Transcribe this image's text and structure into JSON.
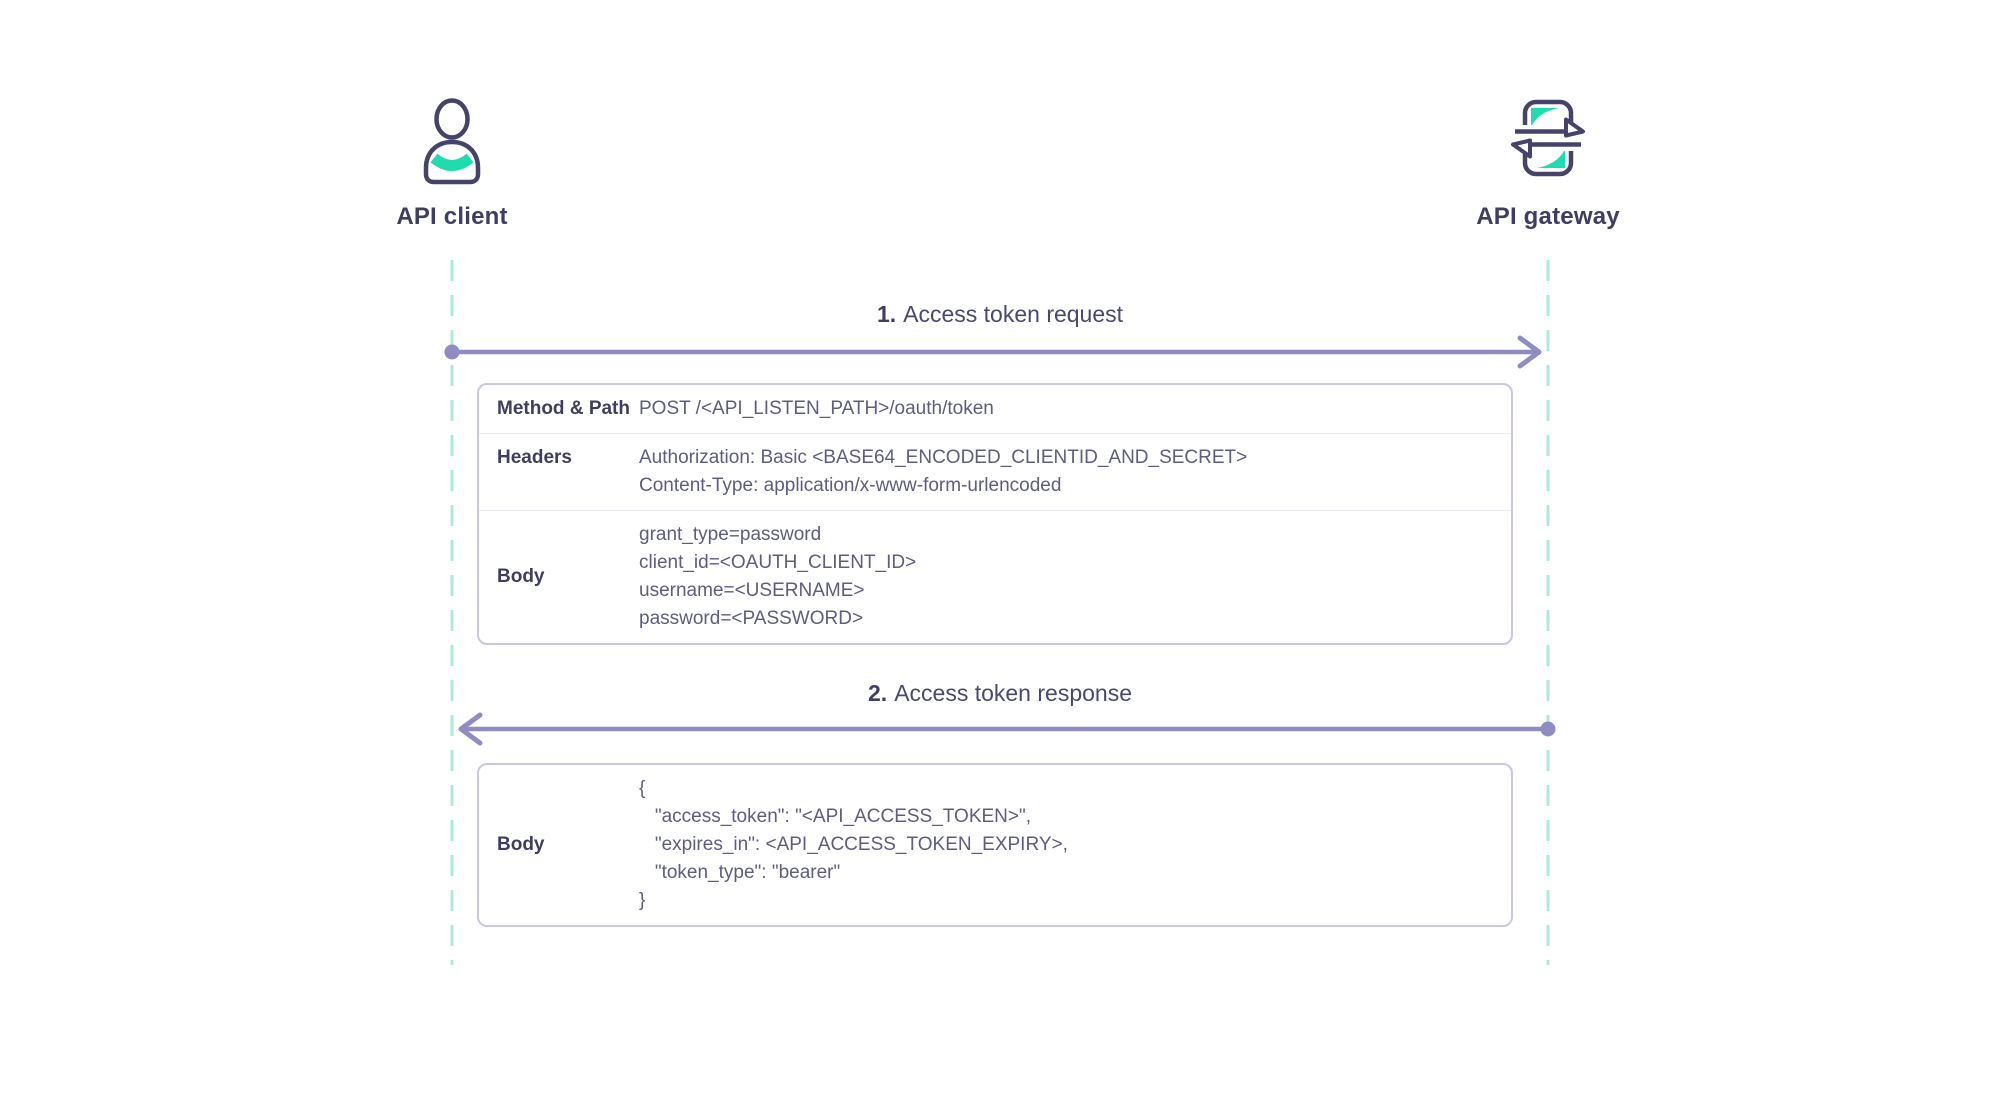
{
  "diagram": {
    "title_hint": "OAuth password-grant access token flow between API client and API gateway",
    "colors": {
      "icon_outline": "#45436a",
      "accent_teal": "#1edcae",
      "lifeline_teal": "#aeeadb",
      "arrow_purple": "#8f8cc2",
      "text_primary": "#3f3d60",
      "text_secondary": "#5e5c7f",
      "table_border": "#c9c6e8",
      "row_divider": "#eae9f6"
    },
    "actors": [
      {
        "label": "API client",
        "icon": "user-icon"
      },
      {
        "label": "API gateway",
        "icon": "gateway-icon"
      }
    ],
    "messages": [
      {
        "number": "1.",
        "title": "Access token request",
        "direction": "client-to-gateway",
        "detail_rows": [
          {
            "label": "Method & Path",
            "lines": [
              "POST /<API_LISTEN_PATH>/oauth/token"
            ]
          },
          {
            "label": "Headers",
            "lines": [
              "Authorization: Basic <BASE64_ENCODED_CLIENTID_AND_SECRET>",
              "Content-Type: application/x-www-form-urlencoded"
            ]
          },
          {
            "label": "Body",
            "lines": [
              "grant_type=password",
              "client_id=<OAUTH_CLIENT_ID>",
              "username=<USERNAME>",
              "password=<PASSWORD>"
            ]
          }
        ]
      },
      {
        "number": "2.",
        "title": "Access token response",
        "direction": "gateway-to-client",
        "detail_rows": [
          {
            "label": "Body",
            "lines": [
              "{",
              "   \"access_token\": \"<API_ACCESS_TOKEN>\",",
              "   \"expires_in\": <API_ACCESS_TOKEN_EXPIRY>,",
              "   \"token_type\": \"bearer\"",
              "}"
            ]
          }
        ]
      }
    ]
  }
}
